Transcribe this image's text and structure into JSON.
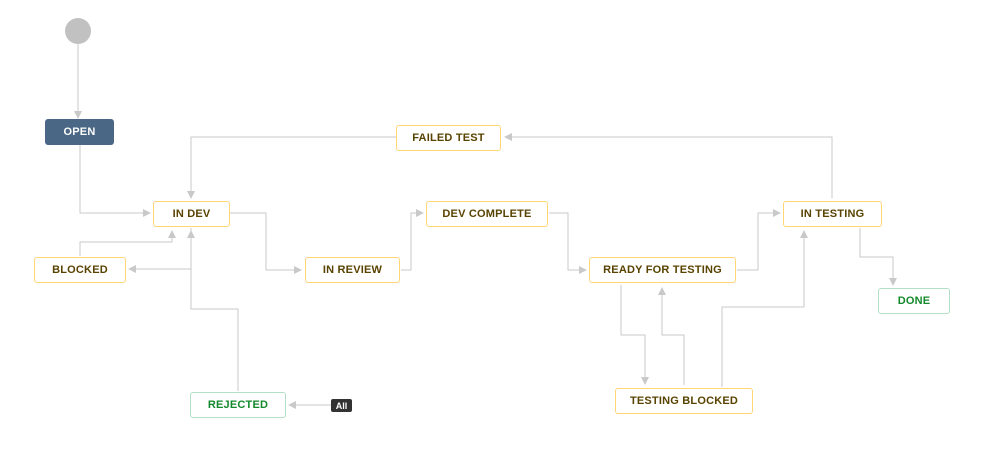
{
  "colors": {
    "connector": "#c9c9c9",
    "start_circle": "#c1c1c1",
    "open_fill": "#4a6785",
    "in_progress_border": "#ffd575",
    "in_progress_text": "#594300",
    "done_border": "#b3dfc4",
    "done_text": "#14892c",
    "all_badge_fill": "#333333"
  },
  "diagram": {
    "start_icon": "start-circle-icon",
    "statuses": {
      "open": "OPEN",
      "failed_test": "FAILED TEST",
      "in_dev": "IN DEV",
      "dev_complete": "DEV COMPLETE",
      "in_testing": "IN TESTING",
      "blocked": "BLOCKED",
      "in_review": "IN REVIEW",
      "ready_for_testing": "READY FOR TESTING",
      "done": "DONE",
      "rejected": "REJECTED",
      "testing_blocked": "TESTING BLOCKED"
    },
    "global_transition_badge": "All"
  }
}
